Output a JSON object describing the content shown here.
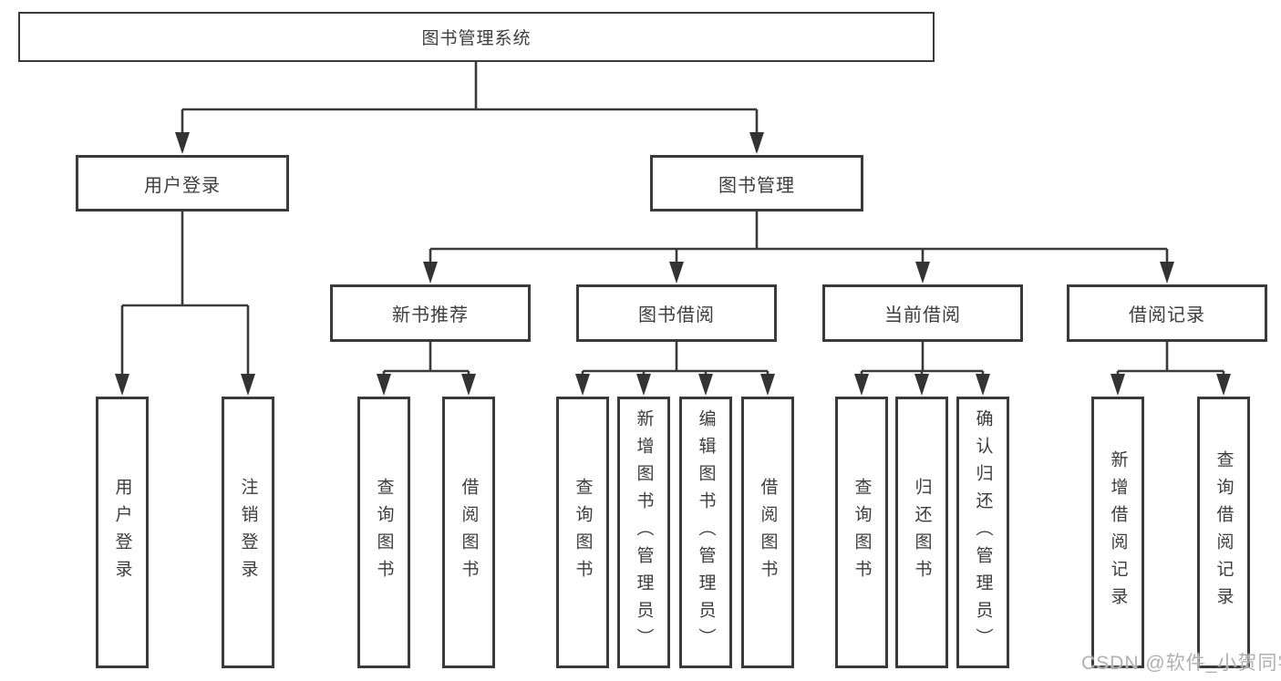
{
  "diagram_type": "hierarchy-tree",
  "tree": {
    "label": "图书管理系统",
    "children": [
      {
        "label": "用户登录",
        "children": [
          {
            "label": "用户登录"
          },
          {
            "label": "注销登录"
          }
        ]
      },
      {
        "label": "图书管理",
        "children": [
          {
            "label": "新书推荐",
            "children": [
              {
                "label": "查询图书"
              },
              {
                "label": "借阅图书"
              }
            ]
          },
          {
            "label": "图书借阅",
            "children": [
              {
                "label": "查询图书"
              },
              {
                "label": "新增图书（管理员）"
              },
              {
                "label": "编辑图书（管理员）"
              },
              {
                "label": "借阅图书"
              }
            ]
          },
          {
            "label": "当前借阅",
            "children": [
              {
                "label": "查询图书"
              },
              {
                "label": "归还图书"
              },
              {
                "label": "确认归还（管理员）"
              }
            ]
          },
          {
            "label": "借阅记录",
            "children": [
              {
                "label": "新增借阅记录"
              },
              {
                "label": "查询借阅记录"
              }
            ]
          }
        ]
      }
    ]
  },
  "watermark": "CSDN @软件_小贺同学",
  "colors": {
    "line": "#3a3a3a",
    "text": "#3d3d3d",
    "background": "#ffffff",
    "watermark": "#b0b0b0"
  }
}
